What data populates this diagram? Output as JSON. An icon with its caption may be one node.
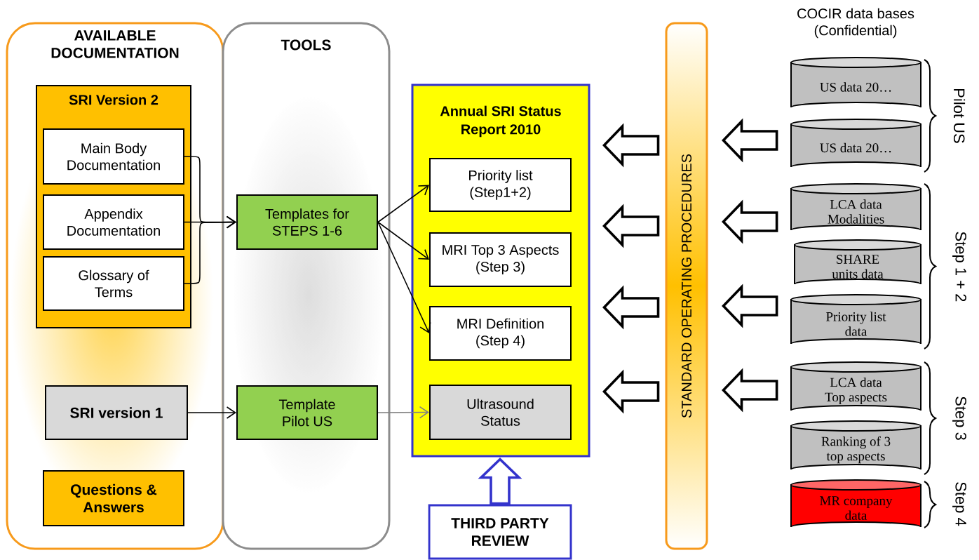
{
  "diagram": {
    "nodes": [
      {
        "text": [
          "AVAILABLE DOCUMENTATION"
        ]
      },
      {
        "text": [
          "TOOLS"
        ]
      },
      {
        "text": [
          "SRI Version 2"
        ],
        "in": 0
      },
      {
        "text": [
          "Main Body Documentation"
        ],
        "in": 2
      },
      {
        "text": [
          "Appendix Documentation"
        ],
        "in": 2
      },
      {
        "text": [
          "Glossary of Terms"
        ],
        "in": 2
      },
      {
        "text": [
          "SRI version 1"
        ],
        "in": 0
      },
      {
        "text": [
          "Questions & Answers"
        ],
        "in": 0
      },
      {
        "text": [
          "Templates for STEPS 1-6"
        ],
        "in": 1
      },
      {
        "text": [
          "Template Pilot US"
        ],
        "in": 1
      },
      {
        "text": [
          "Annual SRI Status Report 2010"
        ]
      },
      {
        "text": [
          "Priority list (Step1+2)"
        ],
        "in": 10
      },
      {
        "text": [
          "MRI Top 3 Aspects (Step 3)"
        ],
        "in": 10
      },
      {
        "text": [
          "MRI Definition (Step 4)"
        ],
        "in": 10
      },
      {
        "text": [
          "Ultrasound Status"
        ],
        "in": 10
      },
      {
        "text": [
          "THIRD PARTY REVIEW"
        ]
      },
      {
        "text": [
          "STANDARD OPERATING PROCEDURES"
        ]
      },
      {
        "text": [
          "US data 20…"
        ]
      },
      {
        "text": [
          "US data 20…"
        ]
      },
      {
        "text": [
          "LCA data Modalities"
        ]
      },
      {
        "text": [
          "SHARE units data"
        ]
      },
      {
        "text": [
          "Priority list data"
        ]
      },
      {
        "text": [
          "LCA data Top aspects"
        ]
      },
      {
        "text": [
          "Ranking of 3 top aspects"
        ]
      },
      {
        "text": [
          "MR company data"
        ]
      }
    ],
    "edges": [
      {
        "from": 3,
        "to": 8,
        "arrow": "to"
      },
      {
        "from": 4,
        "to": 8,
        "arrow": "to"
      },
      {
        "from": 5,
        "to": 8,
        "arrow": "to"
      },
      {
        "from": 8,
        "to": 11,
        "arrow": "to"
      },
      {
        "from": 8,
        "to": 12,
        "arrow": "to"
      },
      {
        "from": 8,
        "to": 13,
        "arrow": "to"
      },
      {
        "from": 6,
        "to": 9,
        "arrow": "to"
      },
      {
        "from": 9,
        "to": 14,
        "arrow": "to",
        "color": "#808080"
      },
      {
        "from": 15,
        "to": 10,
        "arrow": "to",
        "style": "thick",
        "color": "#3333cc"
      },
      {
        "from": 16,
        "to": 10,
        "arrow": "to",
        "style": "thick"
      },
      {
        "from": 16,
        "to": 10,
        "arrow": "to",
        "style": "thick"
      },
      {
        "from": 16,
        "to": 10,
        "arrow": "to",
        "style": "thick"
      },
      {
        "from": 16,
        "to": 10,
        "arrow": "to",
        "style": "thick"
      },
      {
        "from": 18,
        "to": 16,
        "arrow": "to",
        "style": "thick"
      },
      {
        "from": 19,
        "to": 16,
        "arrow": "to",
        "style": "thick"
      },
      {
        "from": 21,
        "to": 16,
        "arrow": "to",
        "style": "thick"
      },
      {
        "from": 22,
        "to": 16,
        "arrow": "to",
        "style": "thick"
      }
    ],
    "labels": [
      "COCIR data bases (Confidential)",
      "Pilot US",
      "Step 1 + 2",
      "Step 3",
      "Step 4"
    ]
  }
}
